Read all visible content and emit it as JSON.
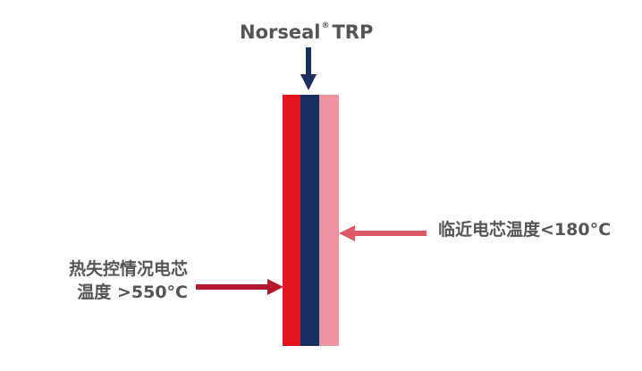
{
  "header": {
    "product_name": "Norseal",
    "product_mark": "®",
    "product_suffix": "TRP"
  },
  "layers": {
    "outer_color": "#e3161f",
    "middle_color": "#1b2f5e",
    "inner_color": "#ec93a0"
  },
  "annotations": {
    "right_label": "临近电芯温度<180°C",
    "right_arrow_color": "#de5867",
    "left_label_line1": "热失控情况电芯",
    "left_label_line2": "温度 >550°C",
    "left_arrow_color": "#b3192b",
    "top_arrow_color": "#1b2f5e"
  }
}
